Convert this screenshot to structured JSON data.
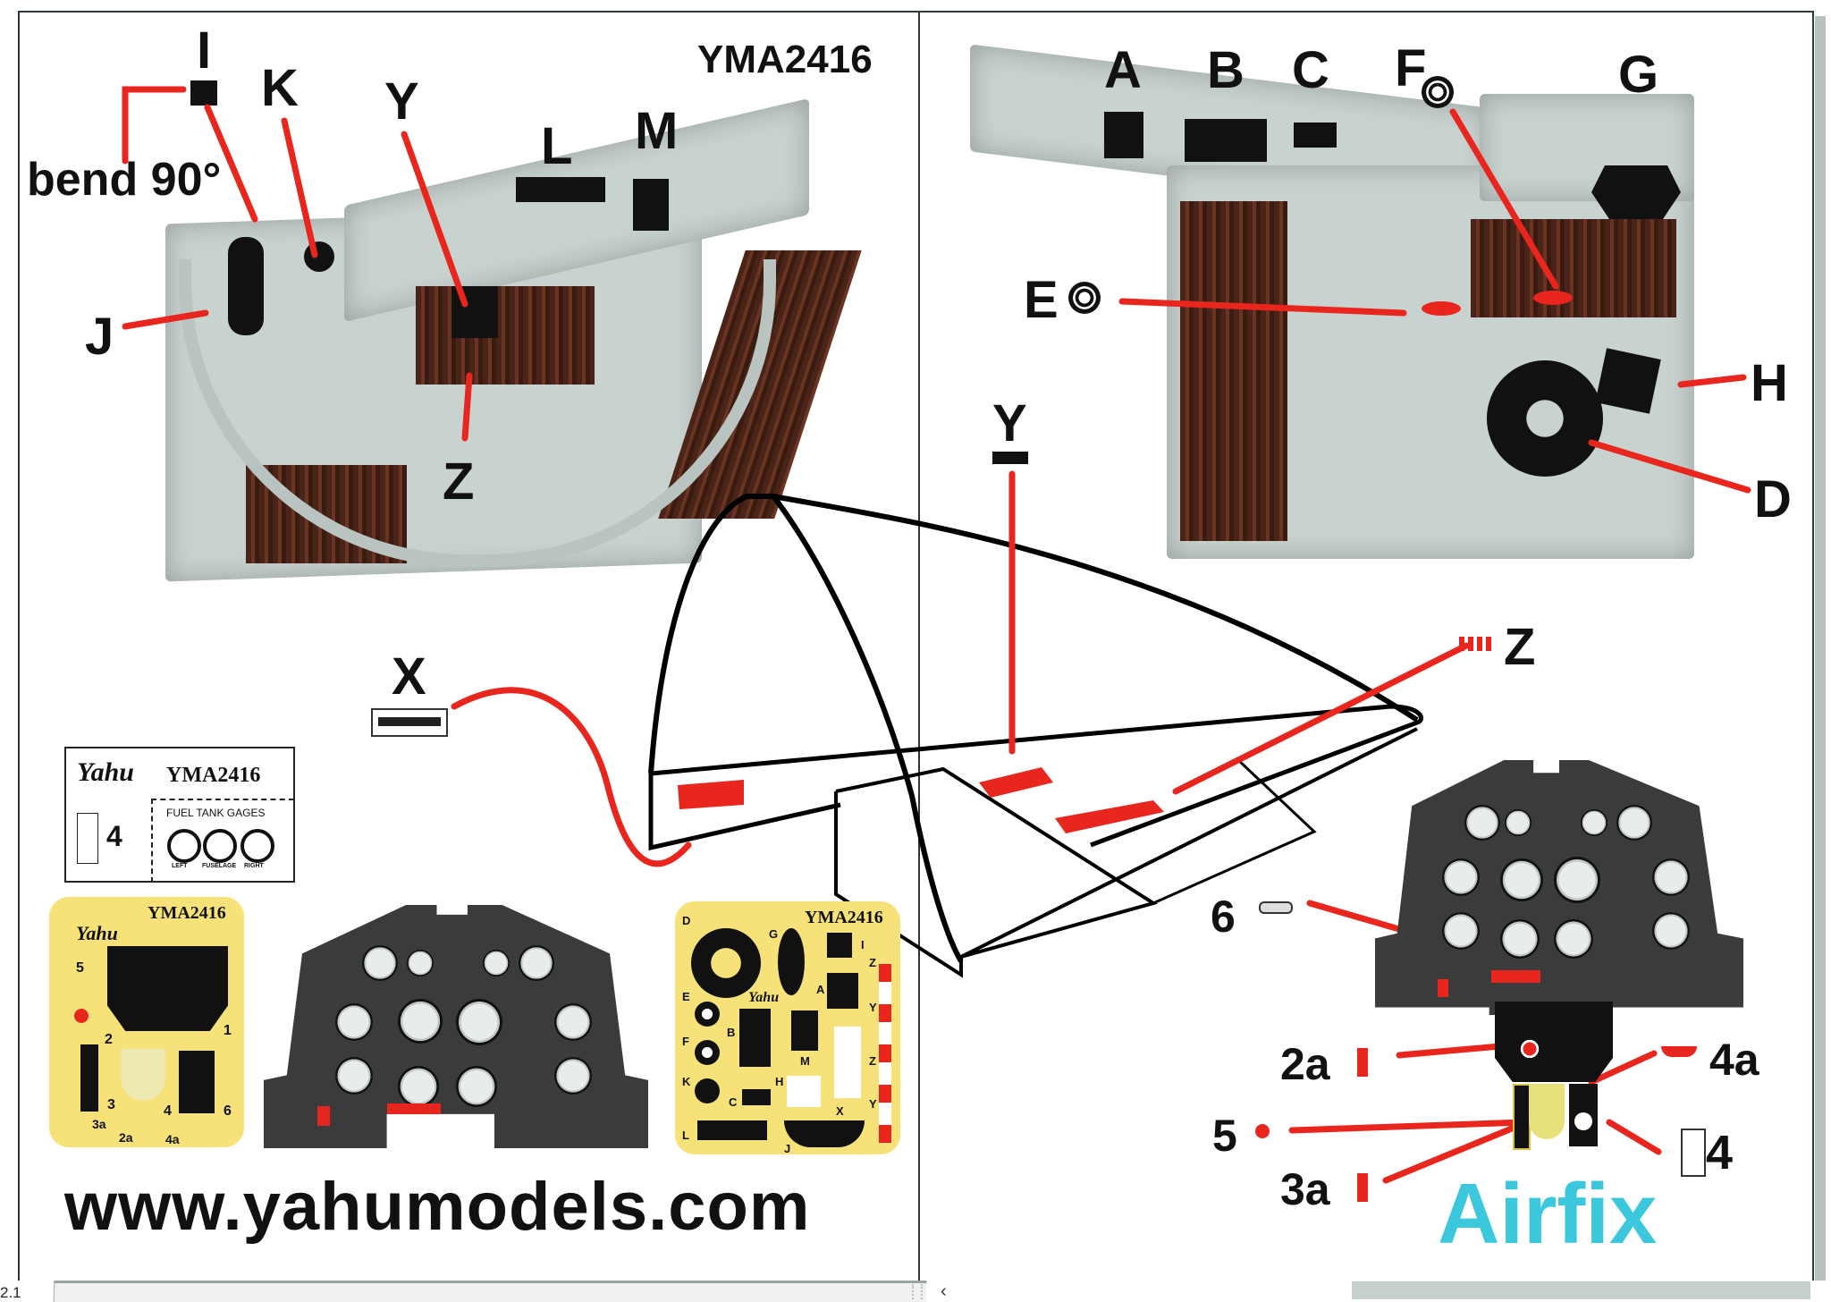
{
  "document": {
    "product_code": "YMA2416",
    "website": "www.yahumodels.com",
    "kit_brand": "Airfix",
    "colors": {
      "callout_red": "#e8261e",
      "decal_yellow": "#f7e27a",
      "airfix_cyan": "#3cc8dc",
      "panel_gray": "#3b3b3b",
      "resin_gray": "#c8d2cf"
    }
  },
  "left_console": {
    "callouts": [
      "I",
      "K",
      "Y",
      "L",
      "M",
      "J",
      "Z"
    ],
    "bend_note": "bend 90°"
  },
  "right_console": {
    "callouts": [
      "A",
      "B",
      "C",
      "F",
      "G",
      "E",
      "H",
      "D"
    ]
  },
  "canopy": {
    "callouts": [
      "Y",
      "X",
      "Z"
    ]
  },
  "fuel_gage_card": {
    "brand": "Yahu",
    "code": "YMA2416",
    "part_number": "4",
    "title": "FUEL TANK GAGES",
    "gauges": [
      "LEFT",
      "FUSELAGE",
      "RIGHT"
    ]
  },
  "decal_sheet_1": {
    "brand": "Yahu",
    "code": "YMA2416",
    "parts": [
      "5",
      "2",
      "1",
      "3",
      "4",
      "6",
      "3a",
      "2a",
      "4a"
    ]
  },
  "decal_sheet_2": {
    "brand": "Yahu",
    "code": "YMA2416",
    "parts": [
      "D",
      "G",
      "I",
      "Z",
      "A",
      "E",
      "Y",
      "B",
      "F",
      "M",
      "Z",
      "K",
      "H",
      "C",
      "Y",
      "X",
      "L",
      "J"
    ]
  },
  "instrument_panel_callouts": {
    "items": [
      "6",
      "2a",
      "4a",
      "5",
      "4",
      "3a"
    ]
  },
  "viewer_chrome": {
    "page_label": "2.1",
    "collapse_icon": "chevron-left"
  }
}
